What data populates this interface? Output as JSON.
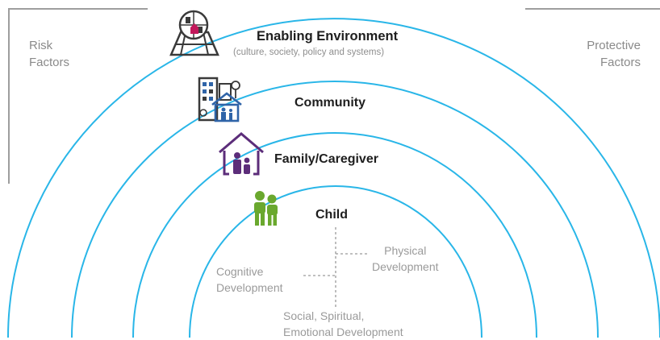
{
  "labels": {
    "risk": [
      "Risk",
      "Factors"
    ],
    "protective": [
      "Protective",
      "Factors"
    ]
  },
  "rings": [
    {
      "title": "Enabling Environment",
      "subtitle": "(culture, society, policy and systems)",
      "icon": "city-globe-icon"
    },
    {
      "title": "Community",
      "icon": "community-buildings-icon"
    },
    {
      "title": "Family/Caregiver",
      "icon": "family-house-icon"
    },
    {
      "title": "Child",
      "icon": "children-icon"
    }
  ],
  "development": {
    "physical": [
      "Physical",
      "Development"
    ],
    "cognitive": [
      "Cognitive",
      "Development"
    ],
    "social": [
      "Social, Spiritual,",
      "Emotional Development"
    ]
  },
  "colors": {
    "ring": "#29b6e8",
    "bracket": "#9e9e9e",
    "dark_icon": "#3a3a3a",
    "family_purple": "#5c2d7a",
    "community_blue": "#2f64a8",
    "child_green": "#6aa82e",
    "accent_pink": "#c2185b"
  }
}
